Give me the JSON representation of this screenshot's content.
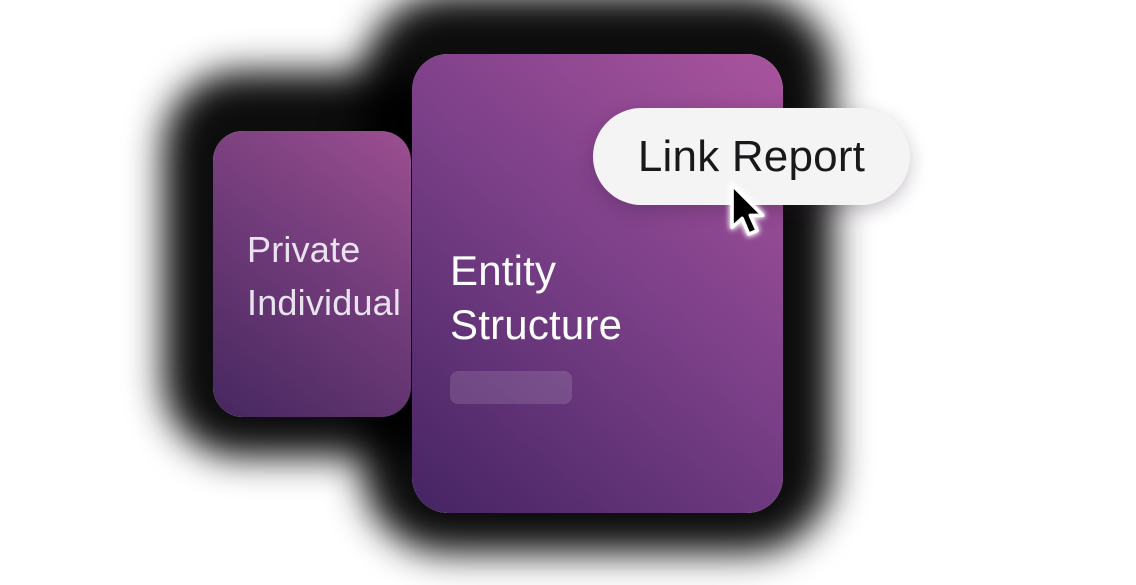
{
  "canvas": {
    "background_color": "#ffffff",
    "shadow_color": "rgba(0,0,0,0.95)"
  },
  "cards": {
    "back": {
      "title_lines": [
        "Private",
        "Individual"
      ],
      "gradient_start": "#46275f",
      "gradient_mid": "#703b79",
      "gradient_end": "#9c4f91",
      "text_color": "#e9e2f0"
    },
    "front": {
      "title_lines": [
        "Entity",
        "Structure"
      ],
      "gradient_start": "#452463",
      "gradient_mid": "#7c4089",
      "gradient_end": "#a9549d",
      "text_color": "#fdfdfe"
    }
  },
  "link_report_button": {
    "label": "Link Report",
    "background": "#f4f4f5",
    "text_color": "#19191b"
  },
  "cursor": {
    "icon": "arrow-pointer-icon",
    "fill": "#000000",
    "outline": "#ffffff"
  }
}
